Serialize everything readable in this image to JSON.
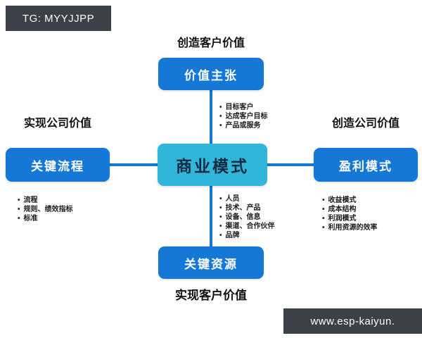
{
  "badges": {
    "top_left": "TG: MYYJJPP",
    "bottom_right": "www.esp-kaiyun."
  },
  "diagram": {
    "center": {
      "box": "商业模式"
    },
    "top": {
      "heading": "创造客户价值",
      "box": "价值主张",
      "bullets": [
        "目标客户",
        "达成客户目标",
        "产品或服务"
      ]
    },
    "left": {
      "heading": "实现公司价值",
      "box": "关键流程",
      "bullets": [
        "流程",
        "规则、绩效指标",
        "标准"
      ]
    },
    "right": {
      "heading": "创造公司价值",
      "box": "盈利模式",
      "bullets": [
        "收益模式",
        "成本结构",
        "利润模式",
        "利用资源的效率"
      ]
    },
    "bottom": {
      "heading": "实现客户价值",
      "box": "关键资源",
      "bullets": [
        "人员",
        "技术、产品",
        "设备、信息",
        "渠道、合作伙伴",
        "品牌"
      ]
    }
  },
  "colors": {
    "box_blue": "#1577d6",
    "center_cyan": "#2fb6d8",
    "line_blue": "#1577d6",
    "badge_dark": "#3b4049",
    "background": "#ffffff"
  }
}
